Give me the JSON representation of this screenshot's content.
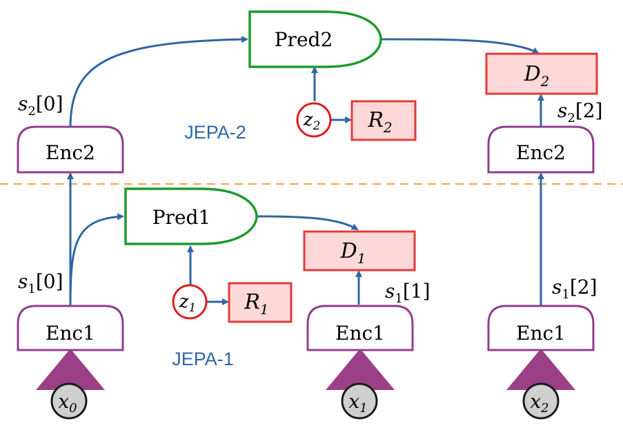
{
  "levels": {
    "level2": {
      "label": "JEPA-2"
    },
    "level1": {
      "label": "JEPA-1"
    }
  },
  "encoders": {
    "enc2": "Enc2",
    "enc1": "Enc1"
  },
  "predictors": {
    "pred2": "Pred2",
    "pred1": "Pred1"
  },
  "costs": {
    "d2": {
      "base": "D",
      "sub": "2"
    },
    "d1": {
      "base": "D",
      "sub": "1"
    },
    "r2": {
      "base": "R",
      "sub": "2"
    },
    "r1": {
      "base": "R",
      "sub": "1"
    }
  },
  "latents": {
    "z2": {
      "base": "z",
      "sub": "2"
    },
    "z1": {
      "base": "z",
      "sub": "1"
    }
  },
  "inputs": {
    "x0": {
      "base": "x",
      "sub": "0"
    },
    "x1": {
      "base": "x",
      "sub": "1"
    },
    "x2": {
      "base": "x",
      "sub": "2"
    }
  },
  "state_labels": {
    "s2_0": {
      "base": "s",
      "sub": "2",
      "index": "[0]"
    },
    "s2_2": {
      "base": "s",
      "sub": "2",
      "index": "[2]"
    },
    "s1_0": {
      "base": "s",
      "sub": "1",
      "index": "[0]"
    },
    "s1_1": {
      "base": "s",
      "sub": "1",
      "index": "[1]"
    },
    "s1_2": {
      "base": "s",
      "sub": "1",
      "index": "[2]"
    }
  },
  "colors": {
    "encoder_stroke": "#8e3f8e",
    "predictor_stroke": "#1e9a2e",
    "cost_fill": "#fcd8d8",
    "cost_stroke": "#e23a3a",
    "latent_stroke": "#e01b1b",
    "edge": "#2f66a3",
    "input_arrow": "#9b3f87",
    "divider": "#f0a050"
  }
}
